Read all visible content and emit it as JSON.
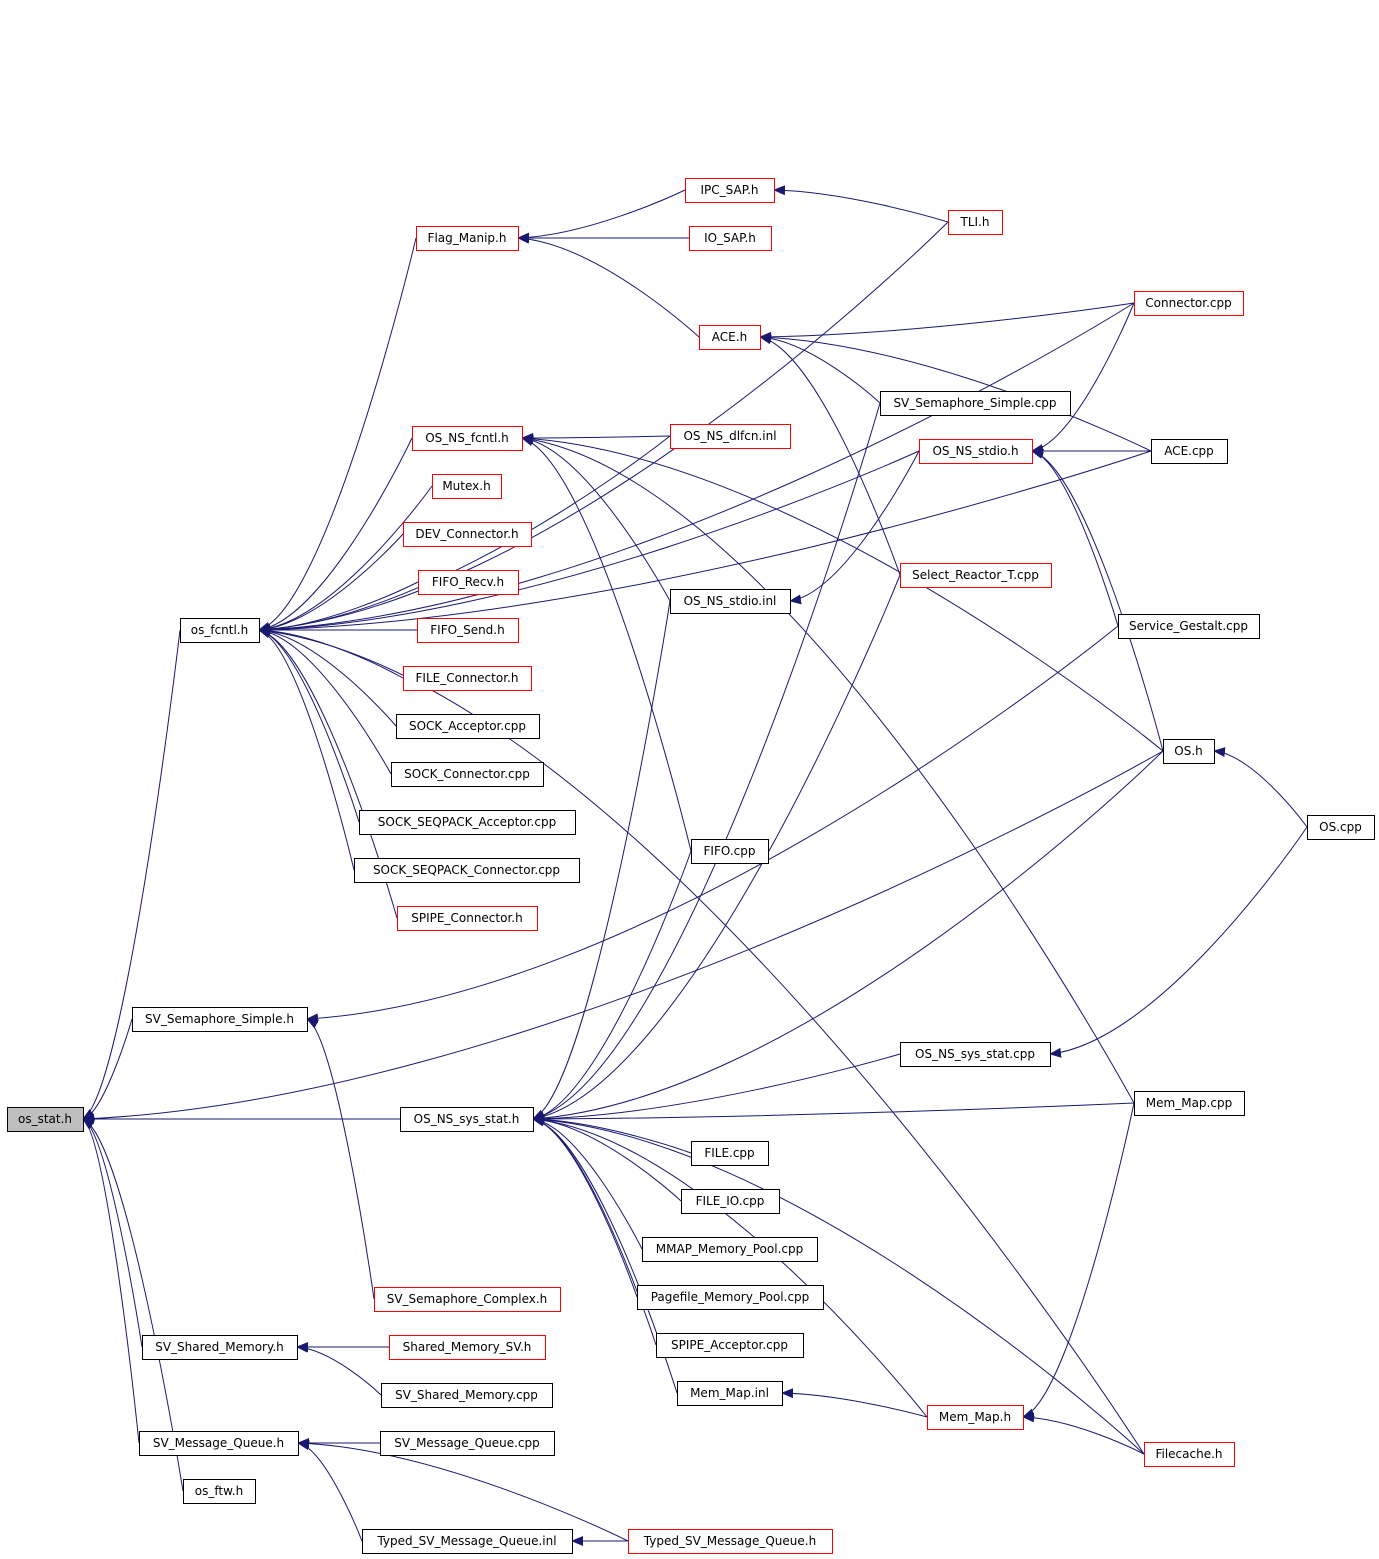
{
  "colors": {
    "edge": "#191970",
    "arrow": "#191970",
    "node_border_normal": "#000000",
    "node_border_incomplete": "#ff0000",
    "node_fill": "#ffffff",
    "root_fill": "#bfbfbf"
  },
  "nodes": [
    {
      "id": "os_stat",
      "label": "os_stat.h",
      "style": "root"
    },
    {
      "id": "os_fcntl",
      "label": "os_fcntl.h",
      "style": "normal"
    },
    {
      "id": "sv_sem_simple_h",
      "label": "SV_Semaphore_Simple.h",
      "style": "normal"
    },
    {
      "id": "os_ns_sys_stat_h",
      "label": "OS_NS_sys_stat.h",
      "style": "normal"
    },
    {
      "id": "sv_shared_memory_h",
      "label": "SV_Shared_Memory.h",
      "style": "normal"
    },
    {
      "id": "sv_message_queue_h",
      "label": "SV_Message_Queue.h",
      "style": "normal"
    },
    {
      "id": "os_ftw",
      "label": "os_ftw.h",
      "style": "normal"
    },
    {
      "id": "flag_manip",
      "label": "Flag_Manip.h",
      "style": "incomplete"
    },
    {
      "id": "os_ns_fcntl_h",
      "label": "OS_NS_fcntl.h",
      "style": "incomplete"
    },
    {
      "id": "mutex_h",
      "label": "Mutex.h",
      "style": "incomplete"
    },
    {
      "id": "dev_connector_h",
      "label": "DEV_Connector.h",
      "style": "incomplete"
    },
    {
      "id": "fifo_recv_h",
      "label": "FIFO_Recv.h",
      "style": "incomplete"
    },
    {
      "id": "fifo_send_h",
      "label": "FIFO_Send.h",
      "style": "incomplete"
    },
    {
      "id": "file_connector_h",
      "label": "FILE_Connector.h",
      "style": "incomplete"
    },
    {
      "id": "sock_acceptor",
      "label": "SOCK_Acceptor.cpp",
      "style": "normal"
    },
    {
      "id": "sock_connector",
      "label": "SOCK_Connector.cpp",
      "style": "normal"
    },
    {
      "id": "sock_seqpack_acc",
      "label": "SOCK_SEQPACK_Acceptor.cpp",
      "style": "normal"
    },
    {
      "id": "sock_seqpack_con",
      "label": "SOCK_SEQPACK_Connector.cpp",
      "style": "normal"
    },
    {
      "id": "spipe_connector_h",
      "label": "SPIPE_Connector.h",
      "style": "incomplete"
    },
    {
      "id": "sv_sem_complex_h",
      "label": "SV_Semaphore_Complex.h",
      "style": "incomplete"
    },
    {
      "id": "shared_memory_sv_h",
      "label": "Shared_Memory_SV.h",
      "style": "incomplete"
    },
    {
      "id": "sv_shared_memory_cpp",
      "label": "SV_Shared_Memory.cpp",
      "style": "normal"
    },
    {
      "id": "sv_message_queue_cpp",
      "label": "SV_Message_Queue.cpp",
      "style": "normal"
    },
    {
      "id": "typed_sv_mq_inl",
      "label": "Typed_SV_Message_Queue.inl",
      "style": "normal"
    },
    {
      "id": "ipc_sap_h",
      "label": "IPC_SAP.h",
      "style": "incomplete"
    },
    {
      "id": "io_sap_h",
      "label": "IO_SAP.h",
      "style": "incomplete"
    },
    {
      "id": "ace_h",
      "label": "ACE.h",
      "style": "incomplete"
    },
    {
      "id": "os_ns_dlfcn_inl",
      "label": "OS_NS_dlfcn.inl",
      "style": "incomplete"
    },
    {
      "id": "os_ns_stdio_inl",
      "label": "OS_NS_stdio.inl",
      "style": "normal"
    },
    {
      "id": "fifo_cpp",
      "label": "FIFO.cpp",
      "style": "normal"
    },
    {
      "id": "file_cpp",
      "label": "FILE.cpp",
      "style": "normal"
    },
    {
      "id": "file_io_cpp",
      "label": "FILE_IO.cpp",
      "style": "normal"
    },
    {
      "id": "mmap_pool_cpp",
      "label": "MMAP_Memory_Pool.cpp",
      "style": "normal"
    },
    {
      "id": "pagefile_pool_cpp",
      "label": "Pagefile_Memory_Pool.cpp",
      "style": "normal"
    },
    {
      "id": "spipe_acceptor_cpp",
      "label": "SPIPE_Acceptor.cpp",
      "style": "normal"
    },
    {
      "id": "mem_map_inl",
      "label": "Mem_Map.inl",
      "style": "normal"
    },
    {
      "id": "typed_sv_mq_h",
      "label": "Typed_SV_Message_Queue.h",
      "style": "incomplete"
    },
    {
      "id": "tli_h",
      "label": "TLI.h",
      "style": "incomplete"
    },
    {
      "id": "sv_sem_simple_cpp",
      "label": "SV_Semaphore_Simple.cpp",
      "style": "normal"
    },
    {
      "id": "os_ns_stdio_h",
      "label": "OS_NS_stdio.h",
      "style": "incomplete"
    },
    {
      "id": "select_reactor_t",
      "label": "Select_Reactor_T.cpp",
      "style": "incomplete"
    },
    {
      "id": "os_ns_sys_stat_cpp",
      "label": "OS_NS_sys_stat.cpp",
      "style": "normal"
    },
    {
      "id": "mem_map_h",
      "label": "Mem_Map.h",
      "style": "incomplete"
    },
    {
      "id": "connector_cpp",
      "label": "Connector.cpp",
      "style": "incomplete"
    },
    {
      "id": "ace_cpp",
      "label": "ACE.cpp",
      "style": "normal"
    },
    {
      "id": "service_gestalt",
      "label": "Service_Gestalt.cpp",
      "style": "normal"
    },
    {
      "id": "os_h",
      "label": "OS.h",
      "style": "normal"
    },
    {
      "id": "mem_map_cpp",
      "label": "Mem_Map.cpp",
      "style": "normal"
    },
    {
      "id": "filecache_h",
      "label": "Filecache.h",
      "style": "incomplete"
    },
    {
      "id": "os_cpp",
      "label": "OS.cpp",
      "style": "normal"
    }
  ],
  "edges": [
    {
      "from": "os_fcntl",
      "to": "os_stat"
    },
    {
      "from": "sv_sem_simple_h",
      "to": "os_stat"
    },
    {
      "from": "os_ns_sys_stat_h",
      "to": "os_stat"
    },
    {
      "from": "sv_shared_memory_h",
      "to": "os_stat"
    },
    {
      "from": "sv_message_queue_h",
      "to": "os_stat"
    },
    {
      "from": "os_ftw",
      "to": "os_stat"
    },
    {
      "from": "os_h",
      "to": "os_stat"
    },
    {
      "from": "flag_manip",
      "to": "os_fcntl"
    },
    {
      "from": "os_ns_fcntl_h",
      "to": "os_fcntl"
    },
    {
      "from": "mutex_h",
      "to": "os_fcntl"
    },
    {
      "from": "dev_connector_h",
      "to": "os_fcntl"
    },
    {
      "from": "fifo_recv_h",
      "to": "os_fcntl"
    },
    {
      "from": "fifo_send_h",
      "to": "os_fcntl"
    },
    {
      "from": "file_connector_h",
      "to": "os_fcntl"
    },
    {
      "from": "sock_acceptor",
      "to": "os_fcntl"
    },
    {
      "from": "sock_connector",
      "to": "os_fcntl"
    },
    {
      "from": "sock_seqpack_acc",
      "to": "os_fcntl"
    },
    {
      "from": "sock_seqpack_con",
      "to": "os_fcntl"
    },
    {
      "from": "spipe_connector_h",
      "to": "os_fcntl"
    },
    {
      "from": "connector_cpp",
      "to": "os_fcntl"
    },
    {
      "from": "tli_h",
      "to": "os_fcntl"
    },
    {
      "from": "os_ns_stdio_h",
      "to": "os_fcntl"
    },
    {
      "from": "os_ns_dlfcn_inl",
      "to": "os_fcntl"
    },
    {
      "from": "ace_cpp",
      "to": "os_fcntl"
    },
    {
      "from": "filecache_h",
      "to": "os_fcntl"
    },
    {
      "from": "sv_sem_complex_h",
      "to": "sv_sem_simple_h"
    },
    {
      "from": "service_gestalt",
      "to": "sv_sem_simple_h"
    },
    {
      "from": "os_ns_sys_stat_cpp",
      "to": "os_ns_sys_stat_h"
    },
    {
      "from": "mem_map_cpp",
      "to": "os_ns_sys_stat_h"
    },
    {
      "from": "file_cpp",
      "to": "os_ns_sys_stat_h"
    },
    {
      "from": "file_io_cpp",
      "to": "os_ns_sys_stat_h"
    },
    {
      "from": "mmap_pool_cpp",
      "to": "os_ns_sys_stat_h"
    },
    {
      "from": "pagefile_pool_cpp",
      "to": "os_ns_sys_stat_h"
    },
    {
      "from": "spipe_acceptor_cpp",
      "to": "os_ns_sys_stat_h"
    },
    {
      "from": "mem_map_inl",
      "to": "os_ns_sys_stat_h"
    },
    {
      "from": "fifo_cpp",
      "to": "os_ns_sys_stat_h"
    },
    {
      "from": "os_ns_stdio_inl",
      "to": "os_ns_sys_stat_h"
    },
    {
      "from": "sv_sem_simple_cpp",
      "to": "os_ns_sys_stat_h"
    },
    {
      "from": "select_reactor_t",
      "to": "os_ns_sys_stat_h"
    },
    {
      "from": "mem_map_h",
      "to": "os_ns_sys_stat_h"
    },
    {
      "from": "os_h",
      "to": "os_ns_sys_stat_h"
    },
    {
      "from": "filecache_h",
      "to": "os_ns_sys_stat_h"
    },
    {
      "from": "shared_memory_sv_h",
      "to": "sv_shared_memory_h"
    },
    {
      "from": "sv_shared_memory_cpp",
      "to": "sv_shared_memory_h"
    },
    {
      "from": "sv_message_queue_cpp",
      "to": "sv_message_queue_h"
    },
    {
      "from": "typed_sv_mq_inl",
      "to": "sv_message_queue_h"
    },
    {
      "from": "typed_sv_mq_h",
      "to": "sv_message_queue_h"
    },
    {
      "from": "ipc_sap_h",
      "to": "flag_manip"
    },
    {
      "from": "io_sap_h",
      "to": "flag_manip"
    },
    {
      "from": "ace_h",
      "to": "flag_manip"
    },
    {
      "from": "tli_h",
      "to": "ipc_sap_h"
    },
    {
      "from": "connector_cpp",
      "to": "ace_h"
    },
    {
      "from": "sv_sem_simple_cpp",
      "to": "ace_h"
    },
    {
      "from": "ace_cpp",
      "to": "ace_h"
    },
    {
      "from": "select_reactor_t",
      "to": "ace_h"
    },
    {
      "from": "os_ns_dlfcn_inl",
      "to": "os_ns_fcntl_h"
    },
    {
      "from": "os_ns_stdio_inl",
      "to": "os_ns_fcntl_h"
    },
    {
      "from": "fifo_cpp",
      "to": "os_ns_fcntl_h"
    },
    {
      "from": "os_h",
      "to": "os_ns_fcntl_h"
    },
    {
      "from": "mem_map_cpp",
      "to": "os_ns_fcntl_h"
    },
    {
      "from": "os_ns_stdio_h",
      "to": "os_ns_stdio_inl"
    },
    {
      "from": "connector_cpp",
      "to": "os_ns_stdio_h"
    },
    {
      "from": "ace_cpp",
      "to": "os_ns_stdio_h"
    },
    {
      "from": "service_gestalt",
      "to": "os_ns_stdio_h"
    },
    {
      "from": "os_h",
      "to": "os_ns_stdio_h"
    },
    {
      "from": "os_cpp",
      "to": "os_h"
    },
    {
      "from": "os_cpp",
      "to": "os_ns_sys_stat_cpp"
    },
    {
      "from": "mem_map_cpp",
      "to": "mem_map_h"
    },
    {
      "from": "mem_map_h",
      "to": "mem_map_inl"
    },
    {
      "from": "filecache_h",
      "to": "mem_map_h"
    },
    {
      "from": "typed_sv_mq_h",
      "to": "typed_sv_mq_inl"
    }
  ]
}
